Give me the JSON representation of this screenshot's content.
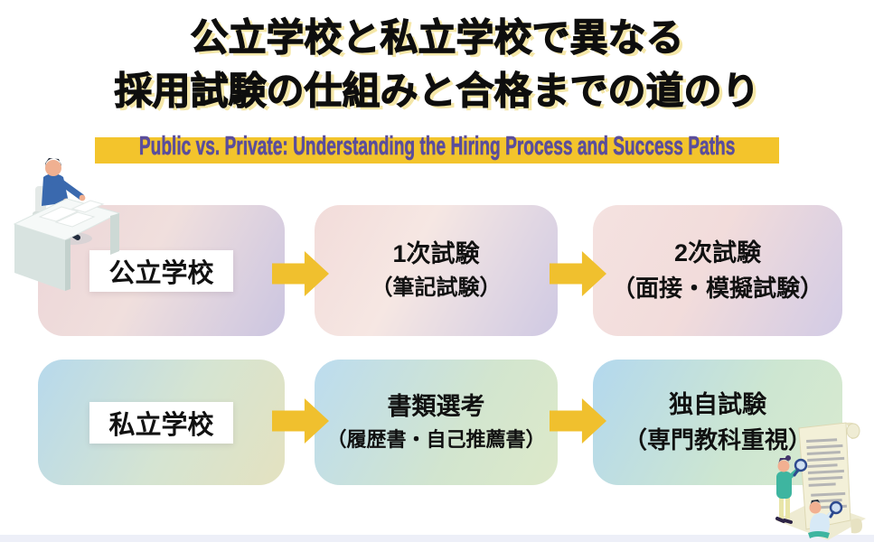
{
  "title": {
    "line1": "公立学校と私立学校で異なる",
    "line2": "採用試験の仕組みと合格までの道のり"
  },
  "subtitle": {
    "text": "Public vs. Private: Understanding the Hiring Process and Success Paths"
  },
  "colors": {
    "title_text": "#0e0e0e",
    "title_shadow": "#f5e7a8",
    "subtitle_text": "#5a4d9c",
    "subtitle_highlight": "#f3c42c",
    "arrow": "#f0c02e",
    "public_row_gradient": [
      "#ecd5d7",
      "#cbc5e1"
    ],
    "private_row_gradient": [
      "#b7d9ec",
      "#e4e2c0"
    ],
    "footer_strip": "#edeff8"
  },
  "rows": [
    {
      "id": "public",
      "label": "公立学校",
      "steps": [
        {
          "line1": "1次試験",
          "line2": "（筆記試験）"
        },
        {
          "line1": "2次試験",
          "line2": "（面接・模擬試験）"
        }
      ]
    },
    {
      "id": "private",
      "label": "私立学校",
      "steps": [
        {
          "line1": "書類選考",
          "line2": "（履歴書・自己推薦書）"
        },
        {
          "line1": "独自試験",
          "line2": "（専門教科重視）"
        }
      ]
    }
  ],
  "illustrations": {
    "top_left": "person-reviewing-papers-at-desk",
    "bottom_right": "two-people-examining-document-with-magnifying-glasses"
  }
}
